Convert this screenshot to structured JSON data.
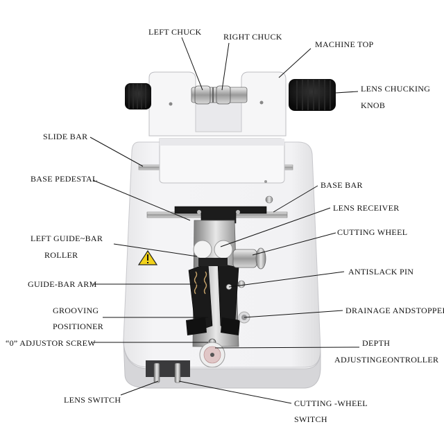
{
  "labels": {
    "left_chuck": "LEFT CHUCK",
    "right_chuck": "RIGHT CHUCK",
    "machine_top": "MACHINE TOP",
    "lens_chucking_knob_1": "LENS CHUCKING",
    "lens_chucking_knob_2": "KNOB",
    "slide_bar": "SLIDE BAR",
    "base_pedestal": "BASE PEDESTAL",
    "base_bar": "BASE BAR",
    "lens_receiver": "LENS RECEIVER",
    "left_guide_bar_roller_1": "LEFT GUIDE~BAR",
    "left_guide_bar_roller_2": "ROLLER",
    "cutting_wheel": "CUTTING WHEEL",
    "antislack_pin": "ANTISLACK PIN",
    "guide_bar_arm": "GUIDE-BAR ARM",
    "grooving_positioner_1": "GROOVING",
    "grooving_positioner_2": "POSITIONER",
    "drainage_stopper": "DRAINAGE ANDSTOPPER",
    "zero_adjustor_screw": "“0” ADJUSTOR SCREW",
    "depth_controller_1": "DEPTH",
    "depth_controller_2": "ADJUSTINGEONTROLLER",
    "lens_switch": "LENS SWITCH",
    "cutting_wheel_switch_1": "CUTTING -WHEEL",
    "cutting_wheel_switch_2": "SWITCH"
  }
}
